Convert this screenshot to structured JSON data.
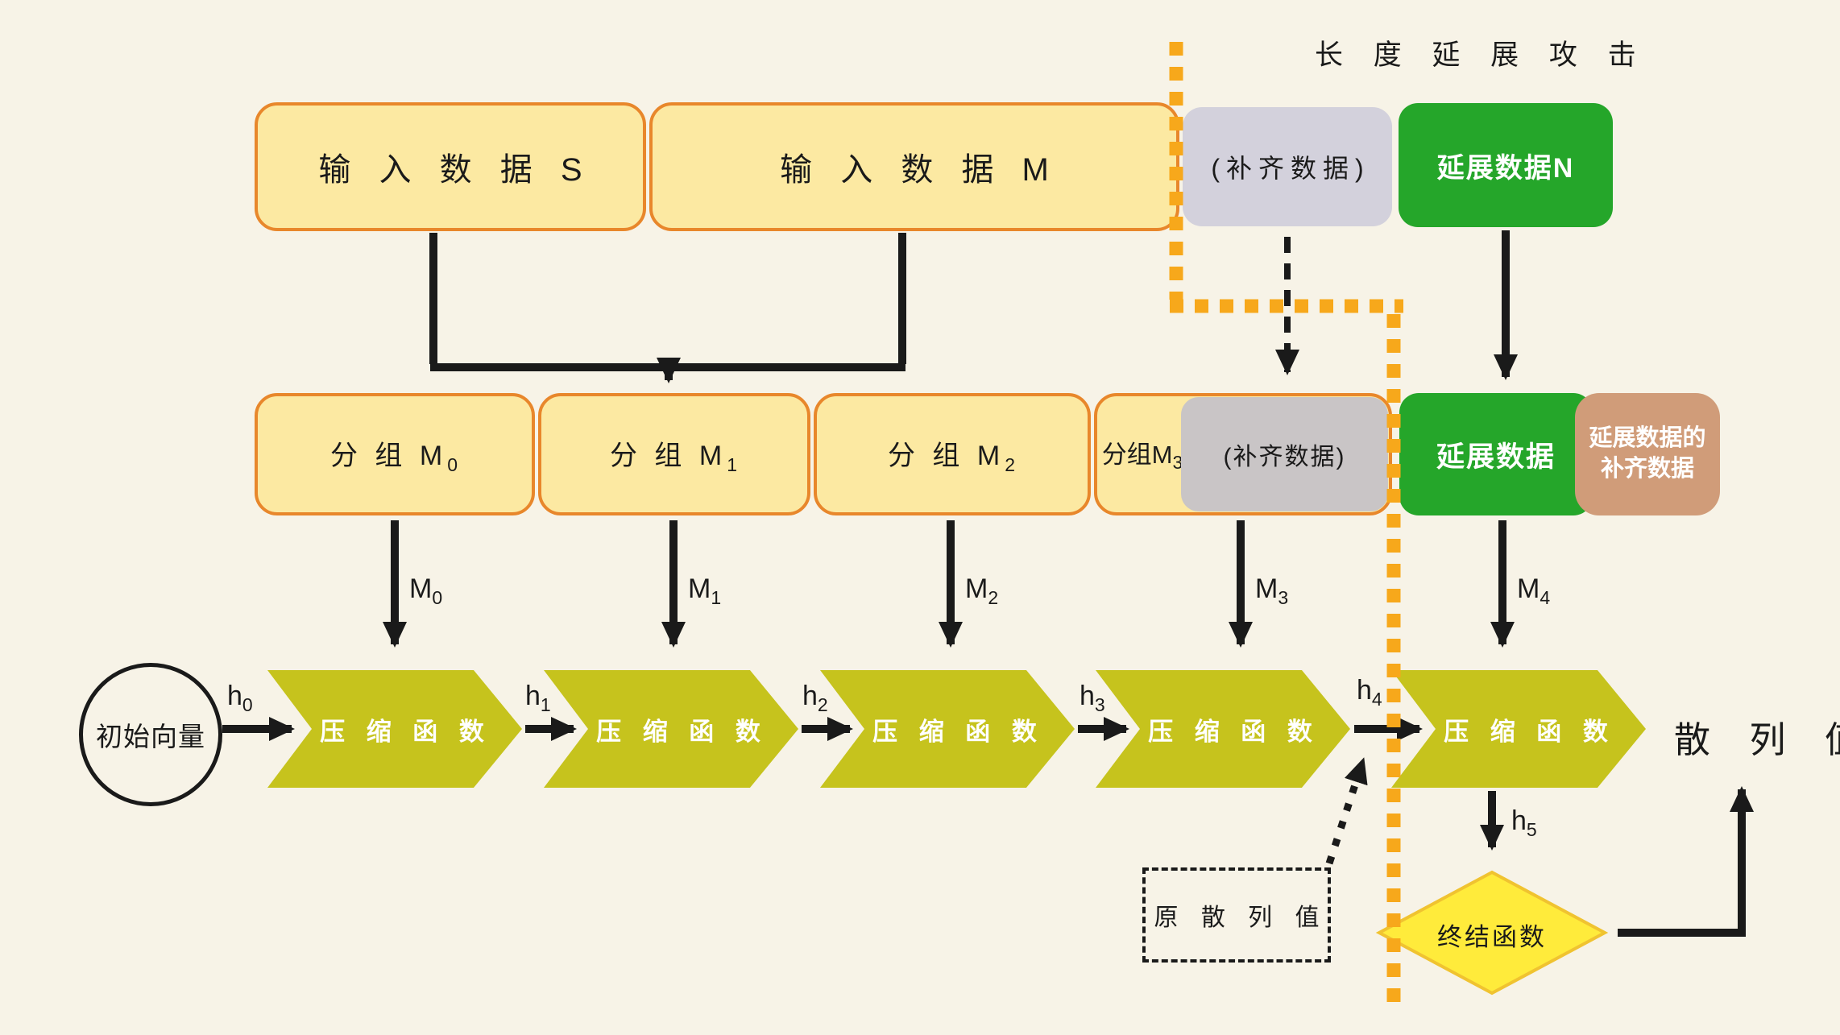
{
  "title": "长 度 延 展 攻 击",
  "row1": {
    "input_s": "输 入 数 据 S",
    "input_m": "输 入 数 据 M",
    "padding": "(补齐数据)",
    "extension_n": "延展数据N"
  },
  "row2": {
    "group_m0": {
      "base": "分 组 M",
      "sub": "0"
    },
    "group_m1": {
      "base": "分 组 M",
      "sub": "1"
    },
    "group_m2": {
      "base": "分 组 M",
      "sub": "2"
    },
    "group_m3": {
      "base": "分组M",
      "sub": "3"
    },
    "padding": "(补齐数据)",
    "extension": "延展数据",
    "extension_padding": {
      "line1": "延展数据的",
      "line2": "补齐数据"
    }
  },
  "m_labels": [
    {
      "base": "M",
      "sub": "0"
    },
    {
      "base": "M",
      "sub": "1"
    },
    {
      "base": "M",
      "sub": "2"
    },
    {
      "base": "M",
      "sub": "3"
    },
    {
      "base": "M",
      "sub": "4"
    }
  ],
  "h_labels": [
    {
      "base": "h",
      "sub": "0"
    },
    {
      "base": "h",
      "sub": "1"
    },
    {
      "base": "h",
      "sub": "2"
    },
    {
      "base": "h",
      "sub": "3"
    },
    {
      "base": "h",
      "sub": "4"
    },
    {
      "base": "h",
      "sub": "5"
    }
  ],
  "initial_vector": "初始向量",
  "compression_label": "压 缩 函 数",
  "hash_value": "散 列 值",
  "final_function": "终结函数",
  "original_hash": "原 散 列 值",
  "colors": {
    "background": "#f7f3e7",
    "box_yellow": "#fce9a2",
    "box_border_orange": "#e8872b",
    "padding_gray_top": "#d3d1dc",
    "padding_gray_bottom": "#c9c5c6",
    "green": "#25a62a",
    "tan": "#d09c79",
    "chevron_olive": "#c6c31d",
    "diamond_yellow": "#ffeb3b",
    "diamond_border": "#f0c330",
    "dotted_orange": "#f7a81b",
    "line_black": "#1a1a1a"
  }
}
